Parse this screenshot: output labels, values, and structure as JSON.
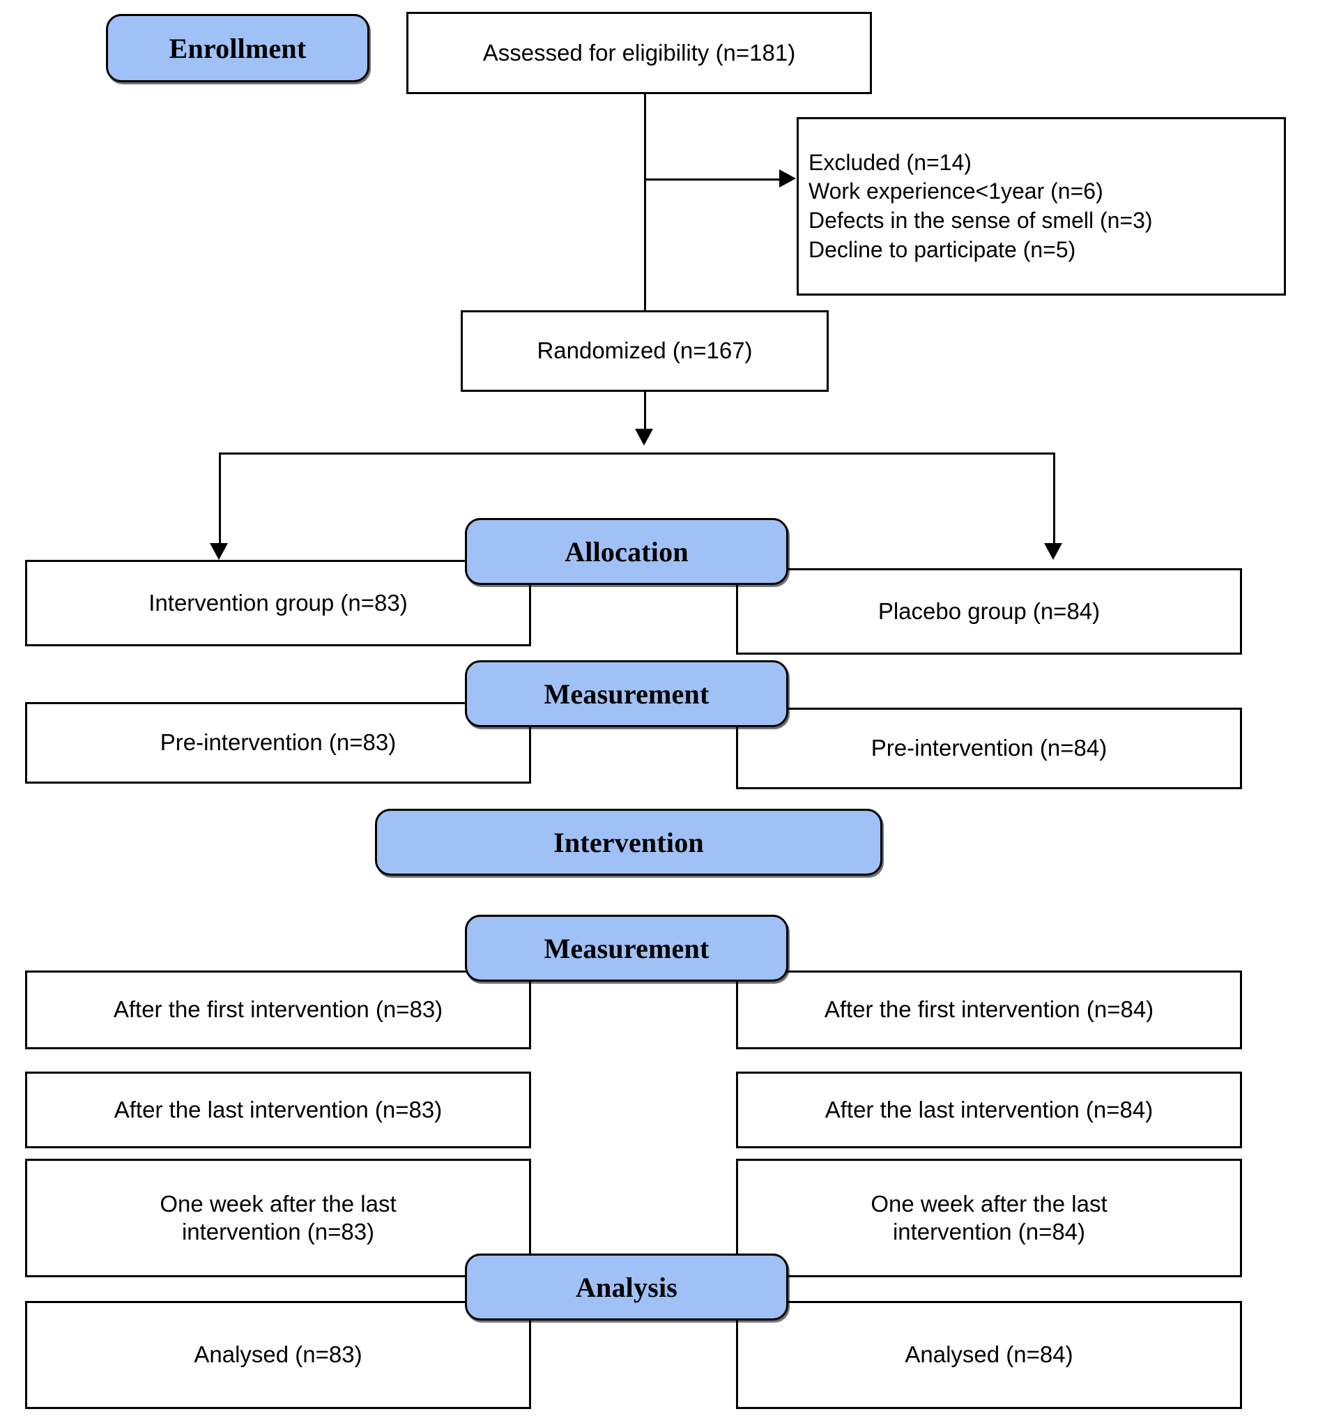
{
  "diagram": {
    "title": "CONSORT participant flow diagram",
    "accent_color": "#9FC1F5",
    "line_color": "#000000",
    "box_fill": "#ffffff"
  },
  "banners": {
    "enrollment": "Enrollment",
    "allocation": "Allocation",
    "measurement_pre": "Measurement",
    "intervention": "Intervention",
    "measurement_post": "Measurement",
    "analysis": "Analysis"
  },
  "enrollment_stage": {
    "assessed": "Assessed for eligibility (n=181)",
    "excluded": "Excluded (n=14)\nWork experience<1year (n=6)\nDefects in the sense of smell (n=3)\nDecline to participate (n=5)",
    "excluded_lines": [
      "Excluded (n=14)",
      "Work experience<1year (n=6)",
      "Defects in the sense of smell (n=3)",
      "Decline to participate (n=5)"
    ],
    "randomized": "Randomized (n=167)"
  },
  "allocation_stage": {
    "left": "Intervention group (n=83)",
    "right": "Placebo group (n=84)"
  },
  "measurement_pre_stage": {
    "left": "Pre-intervention (n=83)",
    "right": "Pre-intervention (n=84)"
  },
  "measurement_post_stage": {
    "first_left": "After the first intervention (n=83)",
    "first_right": "After the first intervention (n=84)",
    "last_left": "After the last intervention (n=83)",
    "last_right": "After the last intervention (n=84)",
    "week_left": "One week after the last\nintervention (n=83)",
    "week_right": "One week after the last\nintervention (n=84)"
  },
  "analysis_stage": {
    "left": "Analysed (n=83)",
    "right": "Analysed (n=84)"
  },
  "counts": {
    "assessed": 181,
    "excluded_total": 14,
    "excluded_work_experience": 6,
    "excluded_smell_defect": 3,
    "excluded_declined": 5,
    "randomized": 167,
    "intervention_group": 83,
    "placebo_group": 84,
    "analysed_intervention": 83,
    "analysed_placebo": 84
  }
}
